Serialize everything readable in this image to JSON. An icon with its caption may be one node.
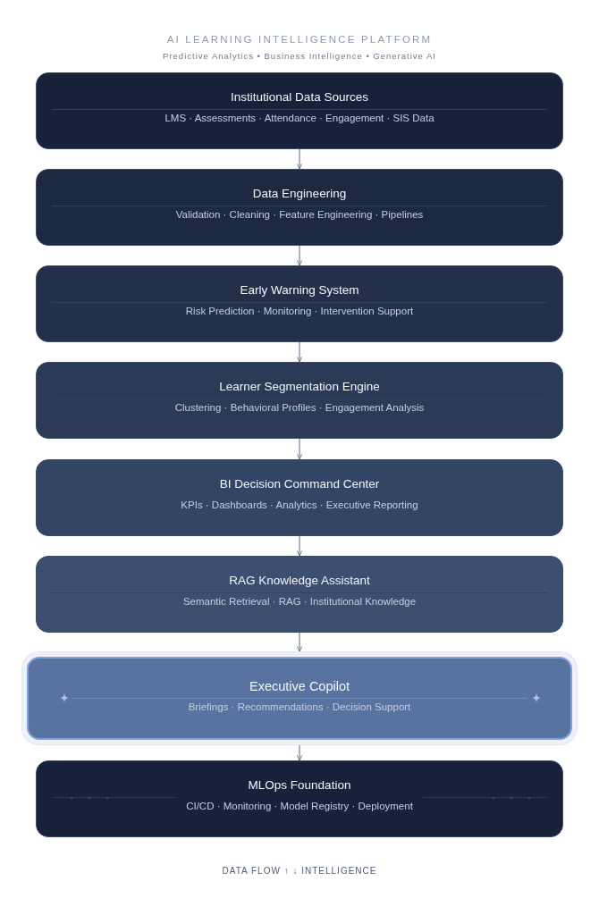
{
  "diagram": {
    "title": "AI LEARNING INTELLIGENCE PLATFORM",
    "nodes": [
      {
        "text": [
          "Institutional Data Sources",
          "LMS · Assessments · Attendance · Engagement · SIS Data"
        ]
      },
      {
        "text": [
          "Data Engineering",
          "Validation · Cleaning · Feature Engineering · Pipelines"
        ]
      },
      {
        "text": [
          "Early Warning System",
          "Risk Prediction · Monitoring · Intervention Support"
        ]
      },
      {
        "text": [
          "Learner Segmentation Engine",
          "Clustering · Behavioral Profiles · Engagement Analysis"
        ]
      },
      {
        "text": [
          "BI Decision Command Center",
          "KPIs · Dashboards · Analytics · Executive Reporting"
        ]
      },
      {
        "text": [
          "RAG Knowledge Assistant",
          "Semantic Retrieval · RAG · Institutional Knowledge"
        ]
      },
      {
        "text": [
          "Executive Copilot",
          "Briefings · Recommendations · Decision Support"
        ]
      },
      {
        "text": [
          "MLOps Foundation",
          "CI/CD · Monitoring · Model Registry · Deployment"
        ]
      }
    ],
    "edges": [
      {
        "from": 0,
        "to": 1,
        "arrow": "to"
      },
      {
        "from": 1,
        "to": 2,
        "arrow": "to"
      },
      {
        "from": 2,
        "to": 3,
        "arrow": "to"
      },
      {
        "from": 3,
        "to": 4,
        "arrow": "to"
      },
      {
        "from": 4,
        "to": 5,
        "arrow": "to"
      },
      {
        "from": 5,
        "to": 6,
        "arrow": "to"
      },
      {
        "from": 6,
        "to": 7,
        "arrow": "to"
      }
    ],
    "labels": [
      "Predictive Analytics • Business Intelligence • Generative AI",
      "DATA FLOW ↑ ↓ INTELLIGENCE"
    ]
  }
}
